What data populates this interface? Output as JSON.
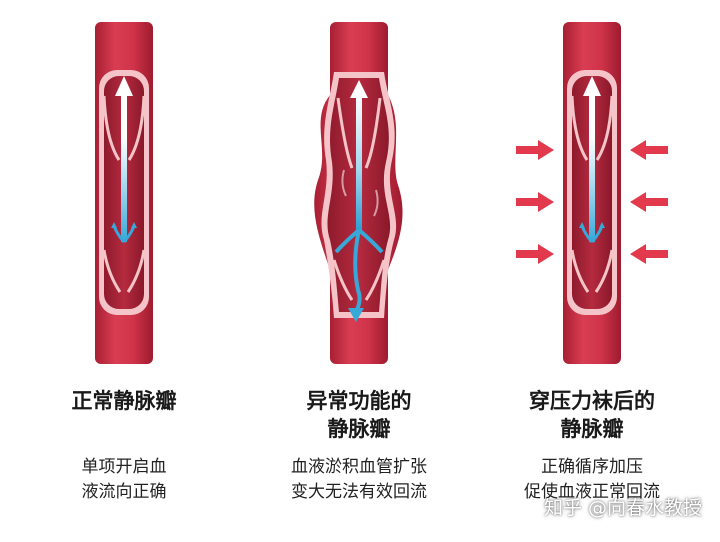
{
  "colors": {
    "vein_outer": "#d0344a",
    "vein_outer_dark": "#a81f33",
    "vein_wall": "#f4c4c8",
    "blood": "#b0283c",
    "flow_white": "#ffffff",
    "flow_blue": "#37a8d8",
    "compress_arrow": "#e23a4c"
  },
  "panels": [
    {
      "id": "normal",
      "title_lines": [
        "正常静脉瓣"
      ],
      "desc_lines": [
        "单项开启血",
        "液流向正确"
      ]
    },
    {
      "id": "abnormal",
      "title_lines": [
        "异常功能的",
        "静脉瓣"
      ],
      "desc_lines": [
        "血液淤积血管扩张",
        "变大无法有效回流"
      ]
    },
    {
      "id": "stocking",
      "title_lines": [
        "穿压力袜后的",
        "静脉瓣"
      ],
      "desc_lines": [
        "正确循序加压",
        "促使血液正常回流"
      ]
    }
  ],
  "watermark": "知乎 @向春水教授"
}
